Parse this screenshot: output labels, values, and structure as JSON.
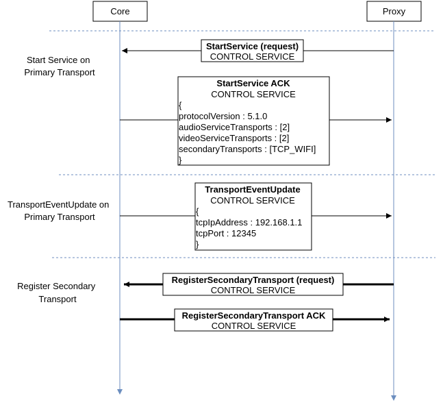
{
  "participants": {
    "core": "Core",
    "proxy": "Proxy"
  },
  "sections": {
    "start_service": [
      "Start Service on",
      "Primary Transport"
    ],
    "transport_event_update": [
      "TransportEventUpdate on",
      "Primary Transport"
    ],
    "register_secondary": [
      "Register Secondary",
      "Transport"
    ]
  },
  "messages": {
    "start_service_request": {
      "title": "StartService (request)",
      "lines": [
        "CONTROL SERVICE"
      ]
    },
    "start_service_ack": {
      "title": "StartService ACK",
      "lines": [
        "CONTROL SERVICE",
        "{",
        "protocolVersion : 5.1.0",
        "audioServiceTransports : [2]",
        "videoServiceTransports : [2]",
        "secondaryTransports : [TCP_WIFI]",
        "}"
      ]
    },
    "transport_event_update": {
      "title": "TransportEventUpdate",
      "lines": [
        "CONTROL SERVICE",
        "{",
        "tcpIpAddress : 192.168.1.1",
        "tcpPort : 12345",
        "}"
      ]
    },
    "register_secondary_request": {
      "title": "RegisterSecondaryTransport (request)",
      "lines": [
        "CONTROL SERVICE"
      ]
    },
    "register_secondary_ack": {
      "title": "RegisterSecondaryTransport ACK",
      "lines": [
        "CONTROL SERVICE"
      ]
    }
  },
  "colors": {
    "lifeline": "#6c8ebf",
    "stroke": "#000000",
    "background": "#ffffff"
  }
}
